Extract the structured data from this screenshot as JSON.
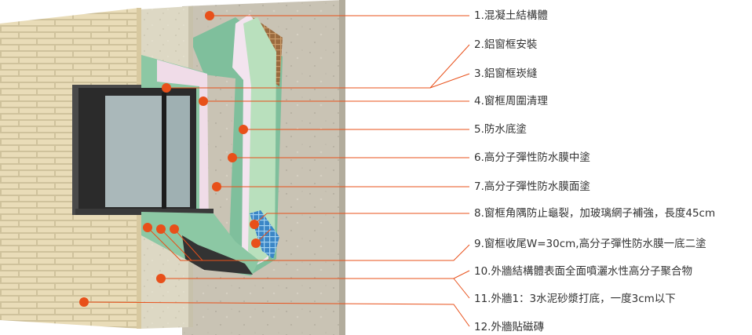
{
  "legend": {
    "items": [
      {
        "label": "1.混凝土結構體"
      },
      {
        "label": "2.鋁窗框安裝"
      },
      {
        "label": "3.鋁窗框崁縫"
      },
      {
        "label": "4.窗框周圍清理"
      },
      {
        "label": "5.防水底塗"
      },
      {
        "label": "6.高分子彈性防水膜中塗"
      },
      {
        "label": "7.高分子彈性防水膜面塗"
      },
      {
        "label": "8.窗框角隅防止龜裂，加玻璃網子補強，長度45cm"
      },
      {
        "label": "9.窗框收尾W=30cm,高分子彈性防水膜一底二塗"
      },
      {
        "label": "10.外牆結構體表面全面噴灑水性高分子聚合物"
      },
      {
        "label": "11.外牆1：3水泥砂漿打底，一度3cm以下"
      },
      {
        "label": "12.外牆貼磁磚"
      }
    ]
  },
  "colors": {
    "leader": "#e8501a",
    "text": "#333333",
    "concrete": "#c9c3b4",
    "mortar": "#ddd8c4",
    "tile": "#e9dcb8",
    "membrane": "#7fbf9c",
    "membrane_light": "#b9e0bd",
    "window_frame": "#2b2b2b",
    "glass": "#aab8ba"
  }
}
